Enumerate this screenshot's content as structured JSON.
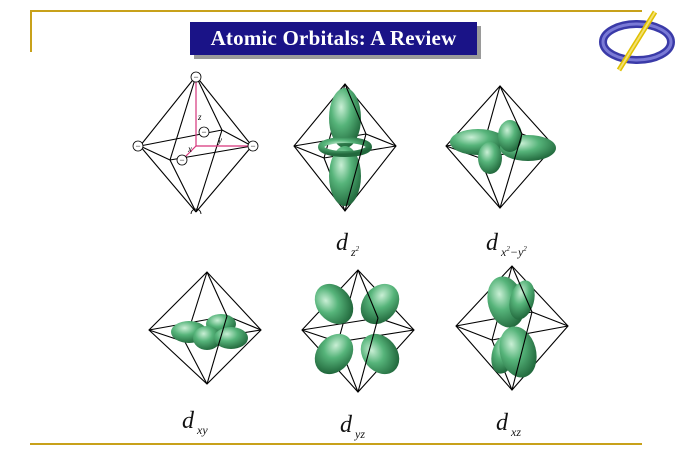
{
  "title": "Atomic Orbitals:  A Review",
  "ligand_charge": "−",
  "axes": {
    "x": "x",
    "y": "y",
    "z": "z"
  },
  "orbitals": [
    {
      "name": "z",
      "power": "2"
    },
    {
      "name": "x",
      "power": "2",
      "sep": "−",
      "name2": "y",
      "power2": "2"
    },
    {
      "name": "xy"
    },
    {
      "name": "yz"
    },
    {
      "name": "xz"
    }
  ],
  "label_letter": "d",
  "colors": {
    "title_bg": "#1a1387",
    "title_text": "#ffffff",
    "accent": "#c8a11a",
    "lobe": "#4aa86c",
    "axis": "#d6337a"
  },
  "icons": [
    "logo-icon"
  ]
}
